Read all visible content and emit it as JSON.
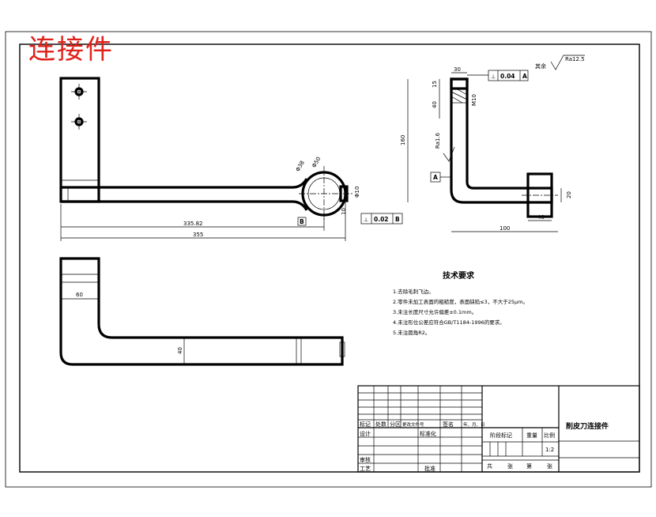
{
  "title_stamp": "连接件",
  "roughness": {
    "prefix": "其余",
    "value": "Ra12.5"
  },
  "front_view": {
    "dims": {
      "length_1": "335.82",
      "length_2": "355",
      "dia_1": "Φ38",
      "dia_2": "Φ50",
      "width_hole": "10",
      "hole_small": "Φ10"
    },
    "tolerance": {
      "symbol": "⊥",
      "value": "0.02",
      "datum": "B"
    },
    "datum_label": "B"
  },
  "side_view": {
    "dims": {
      "top_width": "30",
      "top_h1": "15",
      "top_h2": "40",
      "total_h": "160",
      "total_w": "100",
      "right_w": "40",
      "right_h": "20",
      "sec": "M10"
    },
    "tolerance": {
      "symbol": "⊥",
      "value": "0.04",
      "datum": "A"
    },
    "datum_label": "A",
    "roughness_local": "Ra1.6"
  },
  "bottom_view": {
    "dims": {
      "width_60": "60",
      "height_40": "40"
    }
  },
  "technical_requirements": {
    "heading": "技术要求",
    "items": [
      "1.去除毛刺飞边。",
      "2.零件未加工表面的粗糙度，表面缺陷≤3，不大于25μm。",
      "3.未注长度尺寸允许偏差±0.1mm。",
      "4.未注形位公差应符合GB/T1184-1996的要求。",
      "5.未注圆角R2。"
    ]
  },
  "title_block": {
    "part_name": "削皮刀连接件",
    "header_row": [
      "标记",
      "处数",
      "分区",
      "更改文件号",
      "签名",
      "年、月、日"
    ],
    "row_design": [
      "设计",
      "标准化"
    ],
    "row_review": "审核",
    "row_process": "工艺",
    "row_approve": "批准",
    "stage_mark": "阶段标记",
    "weight": "重量",
    "scale_label": "比例",
    "scale_value": "1:2",
    "sheets": [
      "共",
      "张",
      "第",
      "张"
    ]
  }
}
